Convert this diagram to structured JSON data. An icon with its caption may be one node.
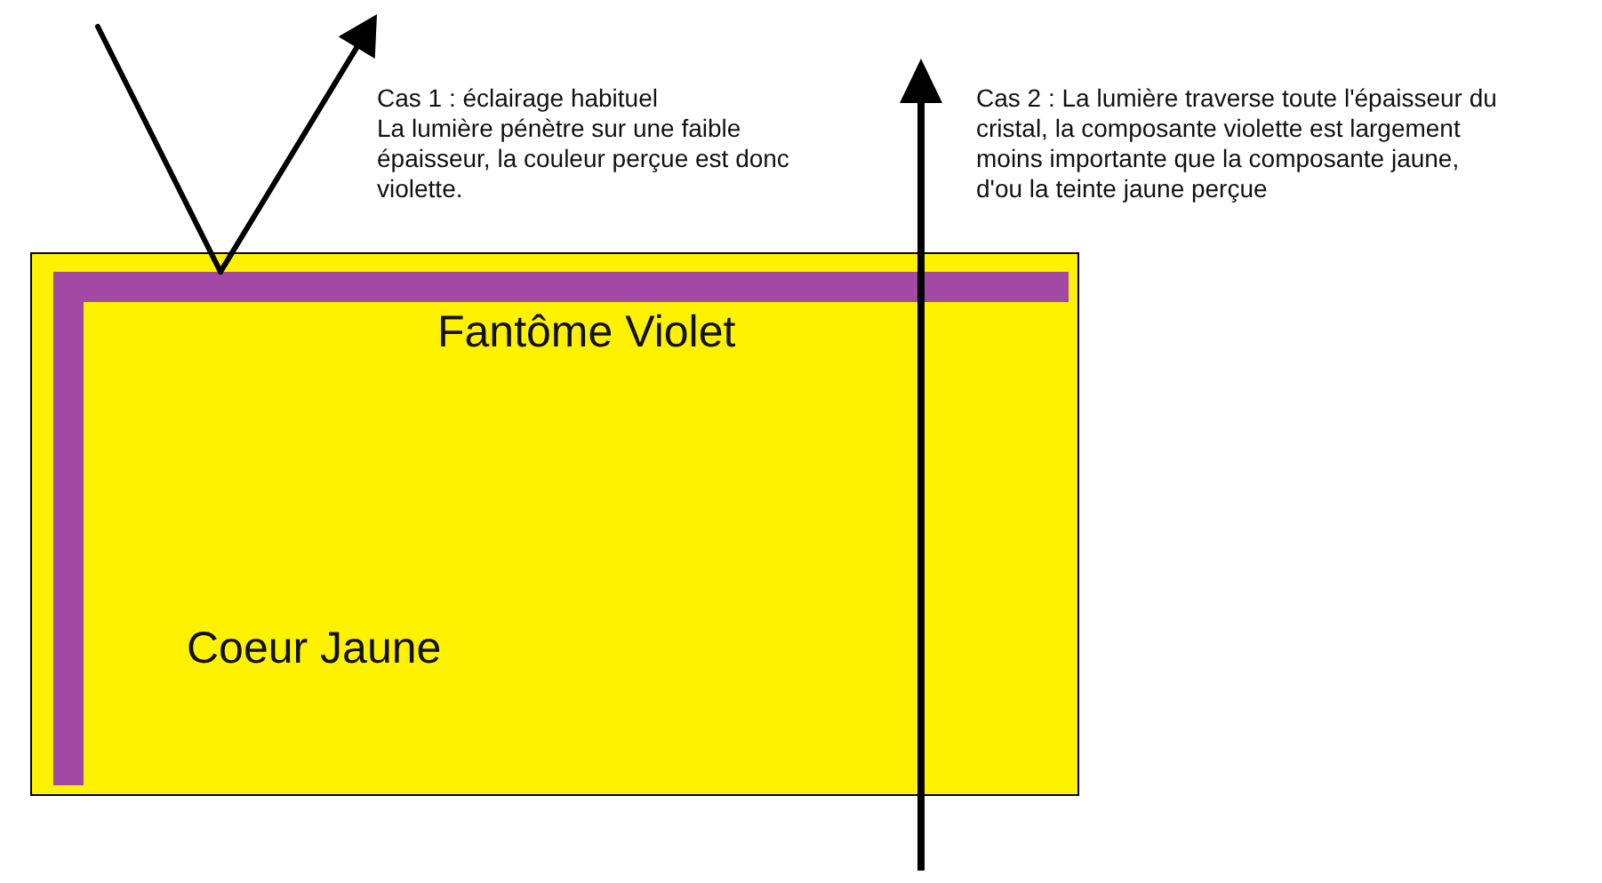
{
  "diagram": {
    "nodes": [
      {
        "text": [
          "Fantôme Violet",
          "Coeur Jaune"
        ]
      },
      {
        "text": [],
        "shape": "band",
        "in": 0
      }
    ],
    "edges": [
      {
        "from": null,
        "to": 1,
        "arrow": "none"
      },
      {
        "from": 1,
        "to": null,
        "arrow": "to"
      }
    ],
    "labels": [
      "Cas 1 : éclairage habituel",
      "La lumière pénètre sur une faible épaisseur, la couleur perçue est donc violette.",
      "Cas 2 : La lumière traverse toute l'épaisseur du cristal, la composante violette est largement moins importante que la composante jaune, d'ou la teinte jaune perçue"
    ]
  }
}
